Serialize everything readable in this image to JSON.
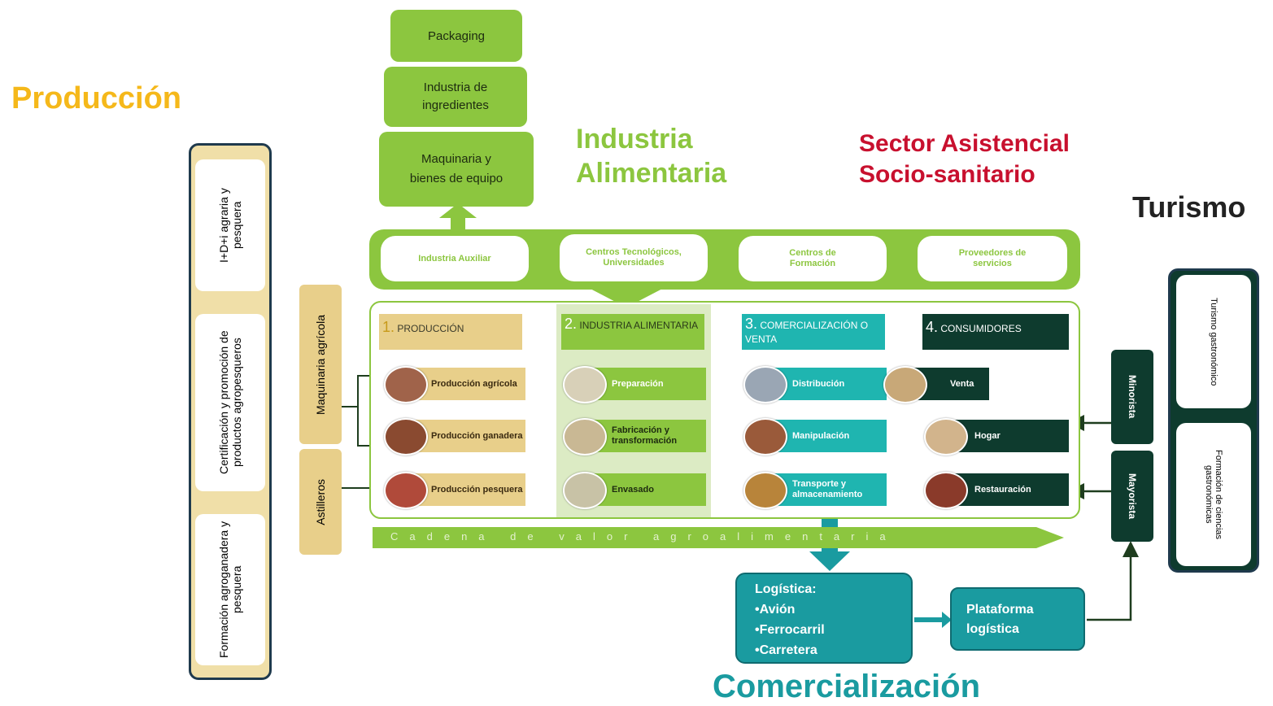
{
  "headings": {
    "produccion": "Producción",
    "industria_line1": "Industria",
    "industria_line2": "Alimentaria",
    "sector_line1": "Sector Asistencial",
    "sector_line2": "Socio-sanitario",
    "turismo": "Turismo",
    "comercializacion": "Comercialización"
  },
  "left_panel": [
    "I+D+i agraria y pesquera",
    "Certificación y promoción de productos agropesqueros",
    "Formación agroganadera y pesquera"
  ],
  "side_boxes": {
    "maquinaria": "Maquinaria agrícola",
    "astilleros": "Astilleros"
  },
  "top_stack": [
    "Packaging",
    "Industria de ingredientes",
    "Maquinaria y bienes de equipo"
  ],
  "support_band": [
    "Industria Auxiliar",
    "Centros Tecnológicos, Universidades",
    "Centros de Formación",
    "Proveedores de servicios"
  ],
  "stages": [
    {
      "number": "1.",
      "title": "PRODUCCIÓN",
      "items": [
        "Producción agrícola",
        "Producción ganadera",
        "Producción pesquera"
      ]
    },
    {
      "number": "2.",
      "title": "INDUSTRIA ALIMENTARIA",
      "items": [
        "Preparación",
        "Fabricación y transformación",
        "Envasado"
      ]
    },
    {
      "number": "3.",
      "title": "COMERCIALIZACIÓN O VENTA",
      "items": [
        "Distribución",
        "Manipulación",
        "Transporte y almacenamiento"
      ]
    },
    {
      "number": "4.",
      "title": "CONSUMIDORES",
      "items": [
        "Venta",
        "Hogar",
        "Restauración"
      ]
    }
  ],
  "value_chain": "Cadena de valor agroalimentaria",
  "retail": {
    "minorista": "Minorista",
    "mayorista": "Mayorista"
  },
  "turismo_panel": [
    "Turismo gastronómico",
    "Formación de ciencias gastronómicas"
  ],
  "logistica": {
    "title": "Logística:",
    "items": [
      "•Avión",
      "•Ferrocarril",
      "•Carretera"
    ]
  },
  "plataforma": {
    "line1": "Plataforma",
    "line2": "logística"
  },
  "colors": {
    "produccion_orange": "#f5b81a",
    "industria_green": "#8cc63f",
    "sector_red": "#c8102e",
    "comercial_teal": "#1a9ba0",
    "consumer_dark": "#0e3b2e",
    "tan": "#e8cf8a"
  }
}
